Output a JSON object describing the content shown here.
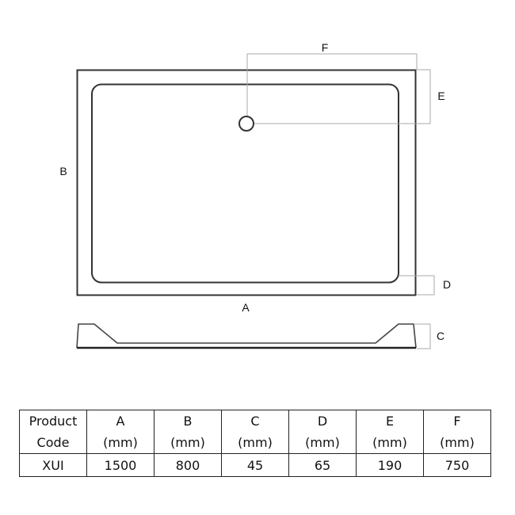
{
  "diagram": {
    "labels": {
      "A": "A",
      "B": "B",
      "C": "C",
      "D": "D",
      "E": "E",
      "F": "F"
    },
    "colors": {
      "outline": "#333333",
      "dimension_line": "#a0a0a0",
      "text": "#111111"
    }
  },
  "table": {
    "headers": [
      {
        "line1": "Product",
        "line2": "Code"
      },
      {
        "line1": "A",
        "line2": "(mm)"
      },
      {
        "line1": "B",
        "line2": "(mm)"
      },
      {
        "line1": "C",
        "line2": "(mm)"
      },
      {
        "line1": "D",
        "line2": "(mm)"
      },
      {
        "line1": "E",
        "line2": "(mm)"
      },
      {
        "line1": "F",
        "line2": "(mm)"
      }
    ],
    "rows": [
      [
        "XUI",
        "1500",
        "800",
        "45",
        "65",
        "190",
        "750"
      ]
    ]
  }
}
